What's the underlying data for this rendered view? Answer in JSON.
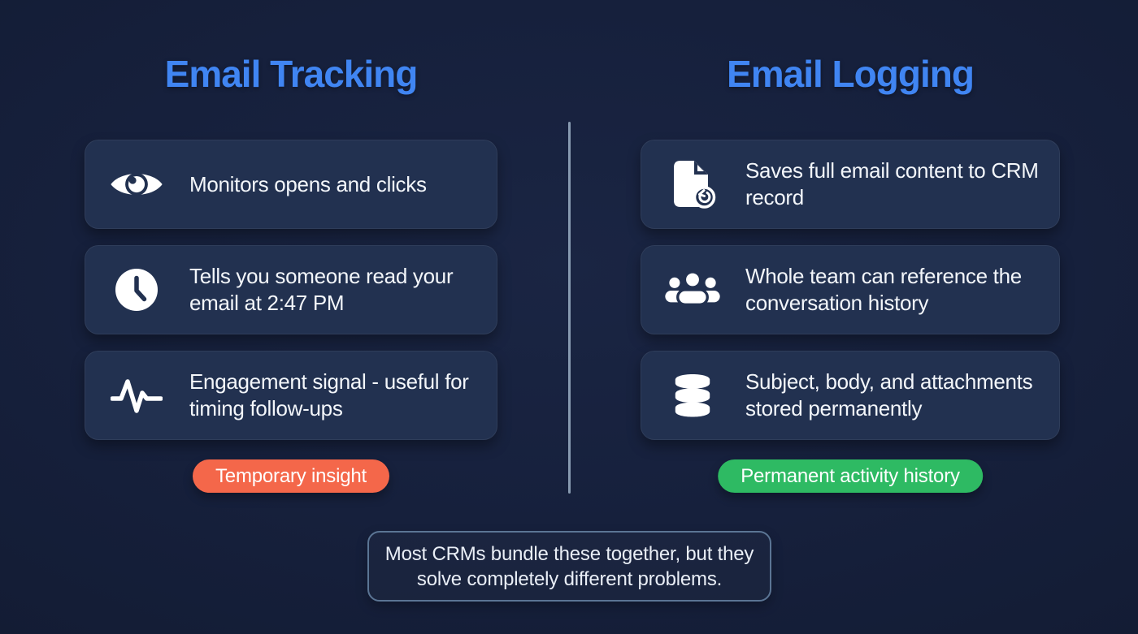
{
  "page": {
    "background_color": "#16203c",
    "card_color": "#223150",
    "title_color": "#4085f2",
    "divider_color": "#93a7bd"
  },
  "left_column": {
    "title": "Email Tracking",
    "cards": [
      {
        "icon": "eye-icon",
        "text": "Monitors opens and clicks"
      },
      {
        "icon": "clock-icon",
        "text": "Tells you someone read your email at 2:47 PM"
      },
      {
        "icon": "pulse-icon",
        "text": "Engagement signal - useful for timing follow-ups"
      }
    ],
    "badge": {
      "label": "Temporary insight",
      "color": "#f4674a"
    }
  },
  "right_column": {
    "title": "Email Logging",
    "cards": [
      {
        "icon": "file-restore-icon",
        "text": "Saves full email content to CRM record"
      },
      {
        "icon": "team-icon",
        "text": "Whole team can reference the conversation history"
      },
      {
        "icon": "database-icon",
        "text": "Subject, body, and attachments stored permanently"
      }
    ],
    "badge": {
      "label": "Permanent activity history",
      "color": "#2eba63"
    }
  },
  "footer_note": {
    "text": "Most CRMs bundle these together, but they solve completely different problems."
  }
}
